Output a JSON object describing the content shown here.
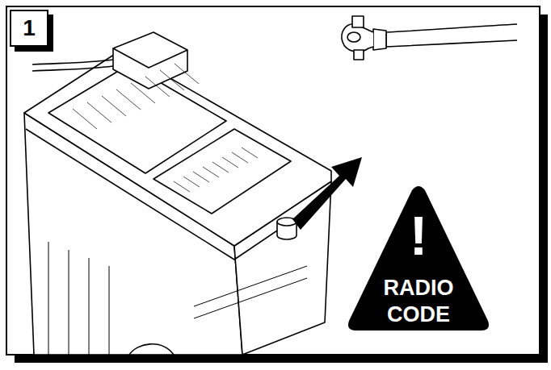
{
  "diagram": {
    "nodes": [
      {
        "text": [
          "1"
        ]
      },
      {
        "text": [
          "!",
          "RADIO CODE"
        ]
      }
    ]
  }
}
